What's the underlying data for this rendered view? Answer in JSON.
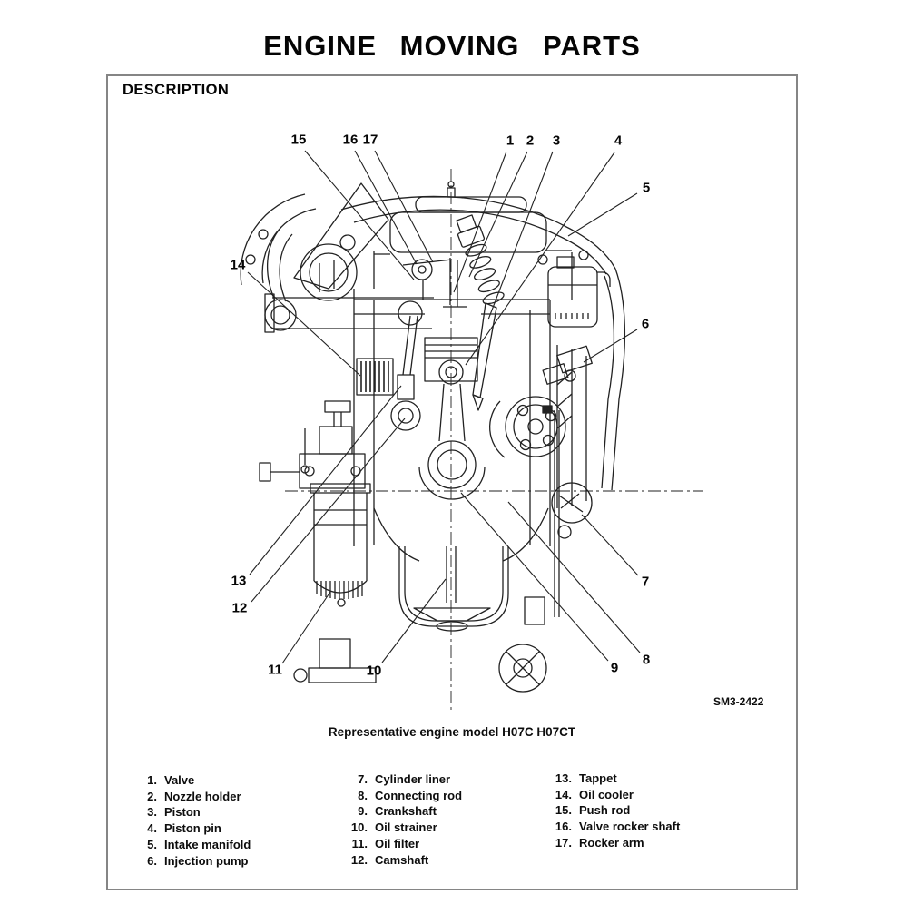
{
  "page": {
    "title": "ENGINE MOVING PARTS",
    "section_heading": "DESCRIPTION",
    "figure_ref": "SM3-2422",
    "figure_caption": "Representative engine model H07C H07CT"
  },
  "diagram": {
    "callouts": [
      "1",
      "2",
      "3",
      "4",
      "5",
      "6",
      "7",
      "8",
      "9",
      "10",
      "11",
      "12",
      "13",
      "14",
      "15",
      "16",
      "17"
    ]
  },
  "parts_list": {
    "columns": [
      {
        "items": [
          {
            "num": "1.",
            "name": "Valve"
          },
          {
            "num": "2.",
            "name": "Nozzle holder"
          },
          {
            "num": "3.",
            "name": "Piston"
          },
          {
            "num": "4.",
            "name": "Piston pin"
          },
          {
            "num": "5.",
            "name": "Intake manifold"
          },
          {
            "num": "6.",
            "name": "Injection pump"
          }
        ]
      },
      {
        "items": [
          {
            "num": "7.",
            "name": "Cylinder liner"
          },
          {
            "num": "8.",
            "name": "Connecting rod"
          },
          {
            "num": "9.",
            "name": "Crankshaft"
          },
          {
            "num": "10.",
            "name": "Oil strainer"
          },
          {
            "num": "11.",
            "name": "Oil filter"
          },
          {
            "num": "12.",
            "name": "Camshaft"
          }
        ]
      },
      {
        "items": [
          {
            "num": "13.",
            "name": "Tappet"
          },
          {
            "num": "14.",
            "name": "Oil cooler"
          },
          {
            "num": "15.",
            "name": "Push rod"
          },
          {
            "num": "16.",
            "name": "Valve rocker shaft"
          },
          {
            "num": "17.",
            "name": "Rocker arm"
          }
        ]
      }
    ]
  }
}
